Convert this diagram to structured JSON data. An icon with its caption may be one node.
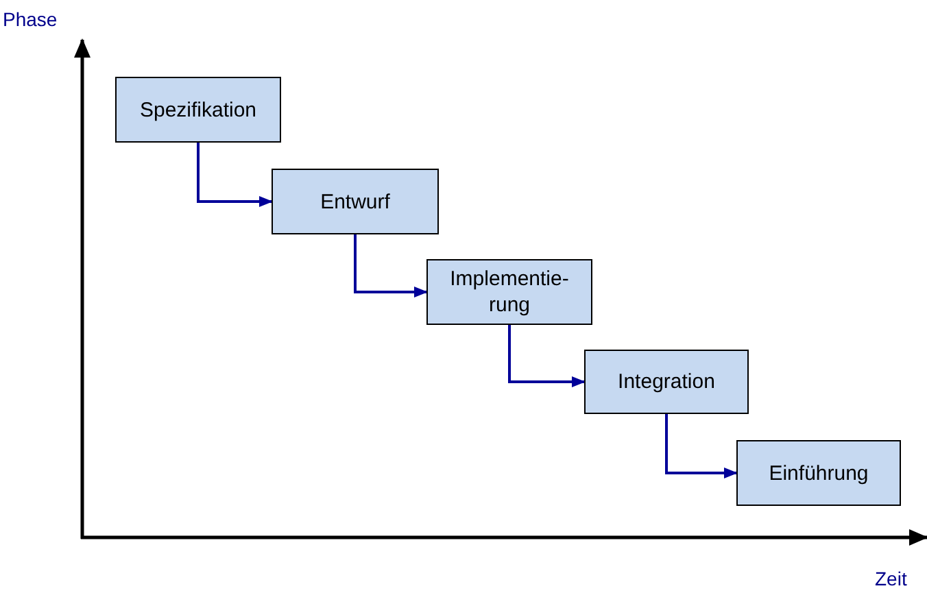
{
  "diagram": {
    "nodes": [
      {
        "text": [
          "Spezifikation"
        ]
      },
      {
        "text": [
          "Entwurf"
        ]
      },
      {
        "text": [
          "Implementie- rung"
        ]
      },
      {
        "text": [
          "Integration"
        ]
      },
      {
        "text": [
          "Einführung"
        ]
      }
    ],
    "edges": [
      {
        "from": 0,
        "to": 1,
        "arrow": "to"
      },
      {
        "from": 1,
        "to": 2,
        "arrow": "to"
      },
      {
        "from": 2,
        "to": 3,
        "arrow": "to"
      },
      {
        "from": 3,
        "to": 4,
        "arrow": "to"
      }
    ],
    "labels": [
      "Phase",
      "Zeit"
    ]
  }
}
